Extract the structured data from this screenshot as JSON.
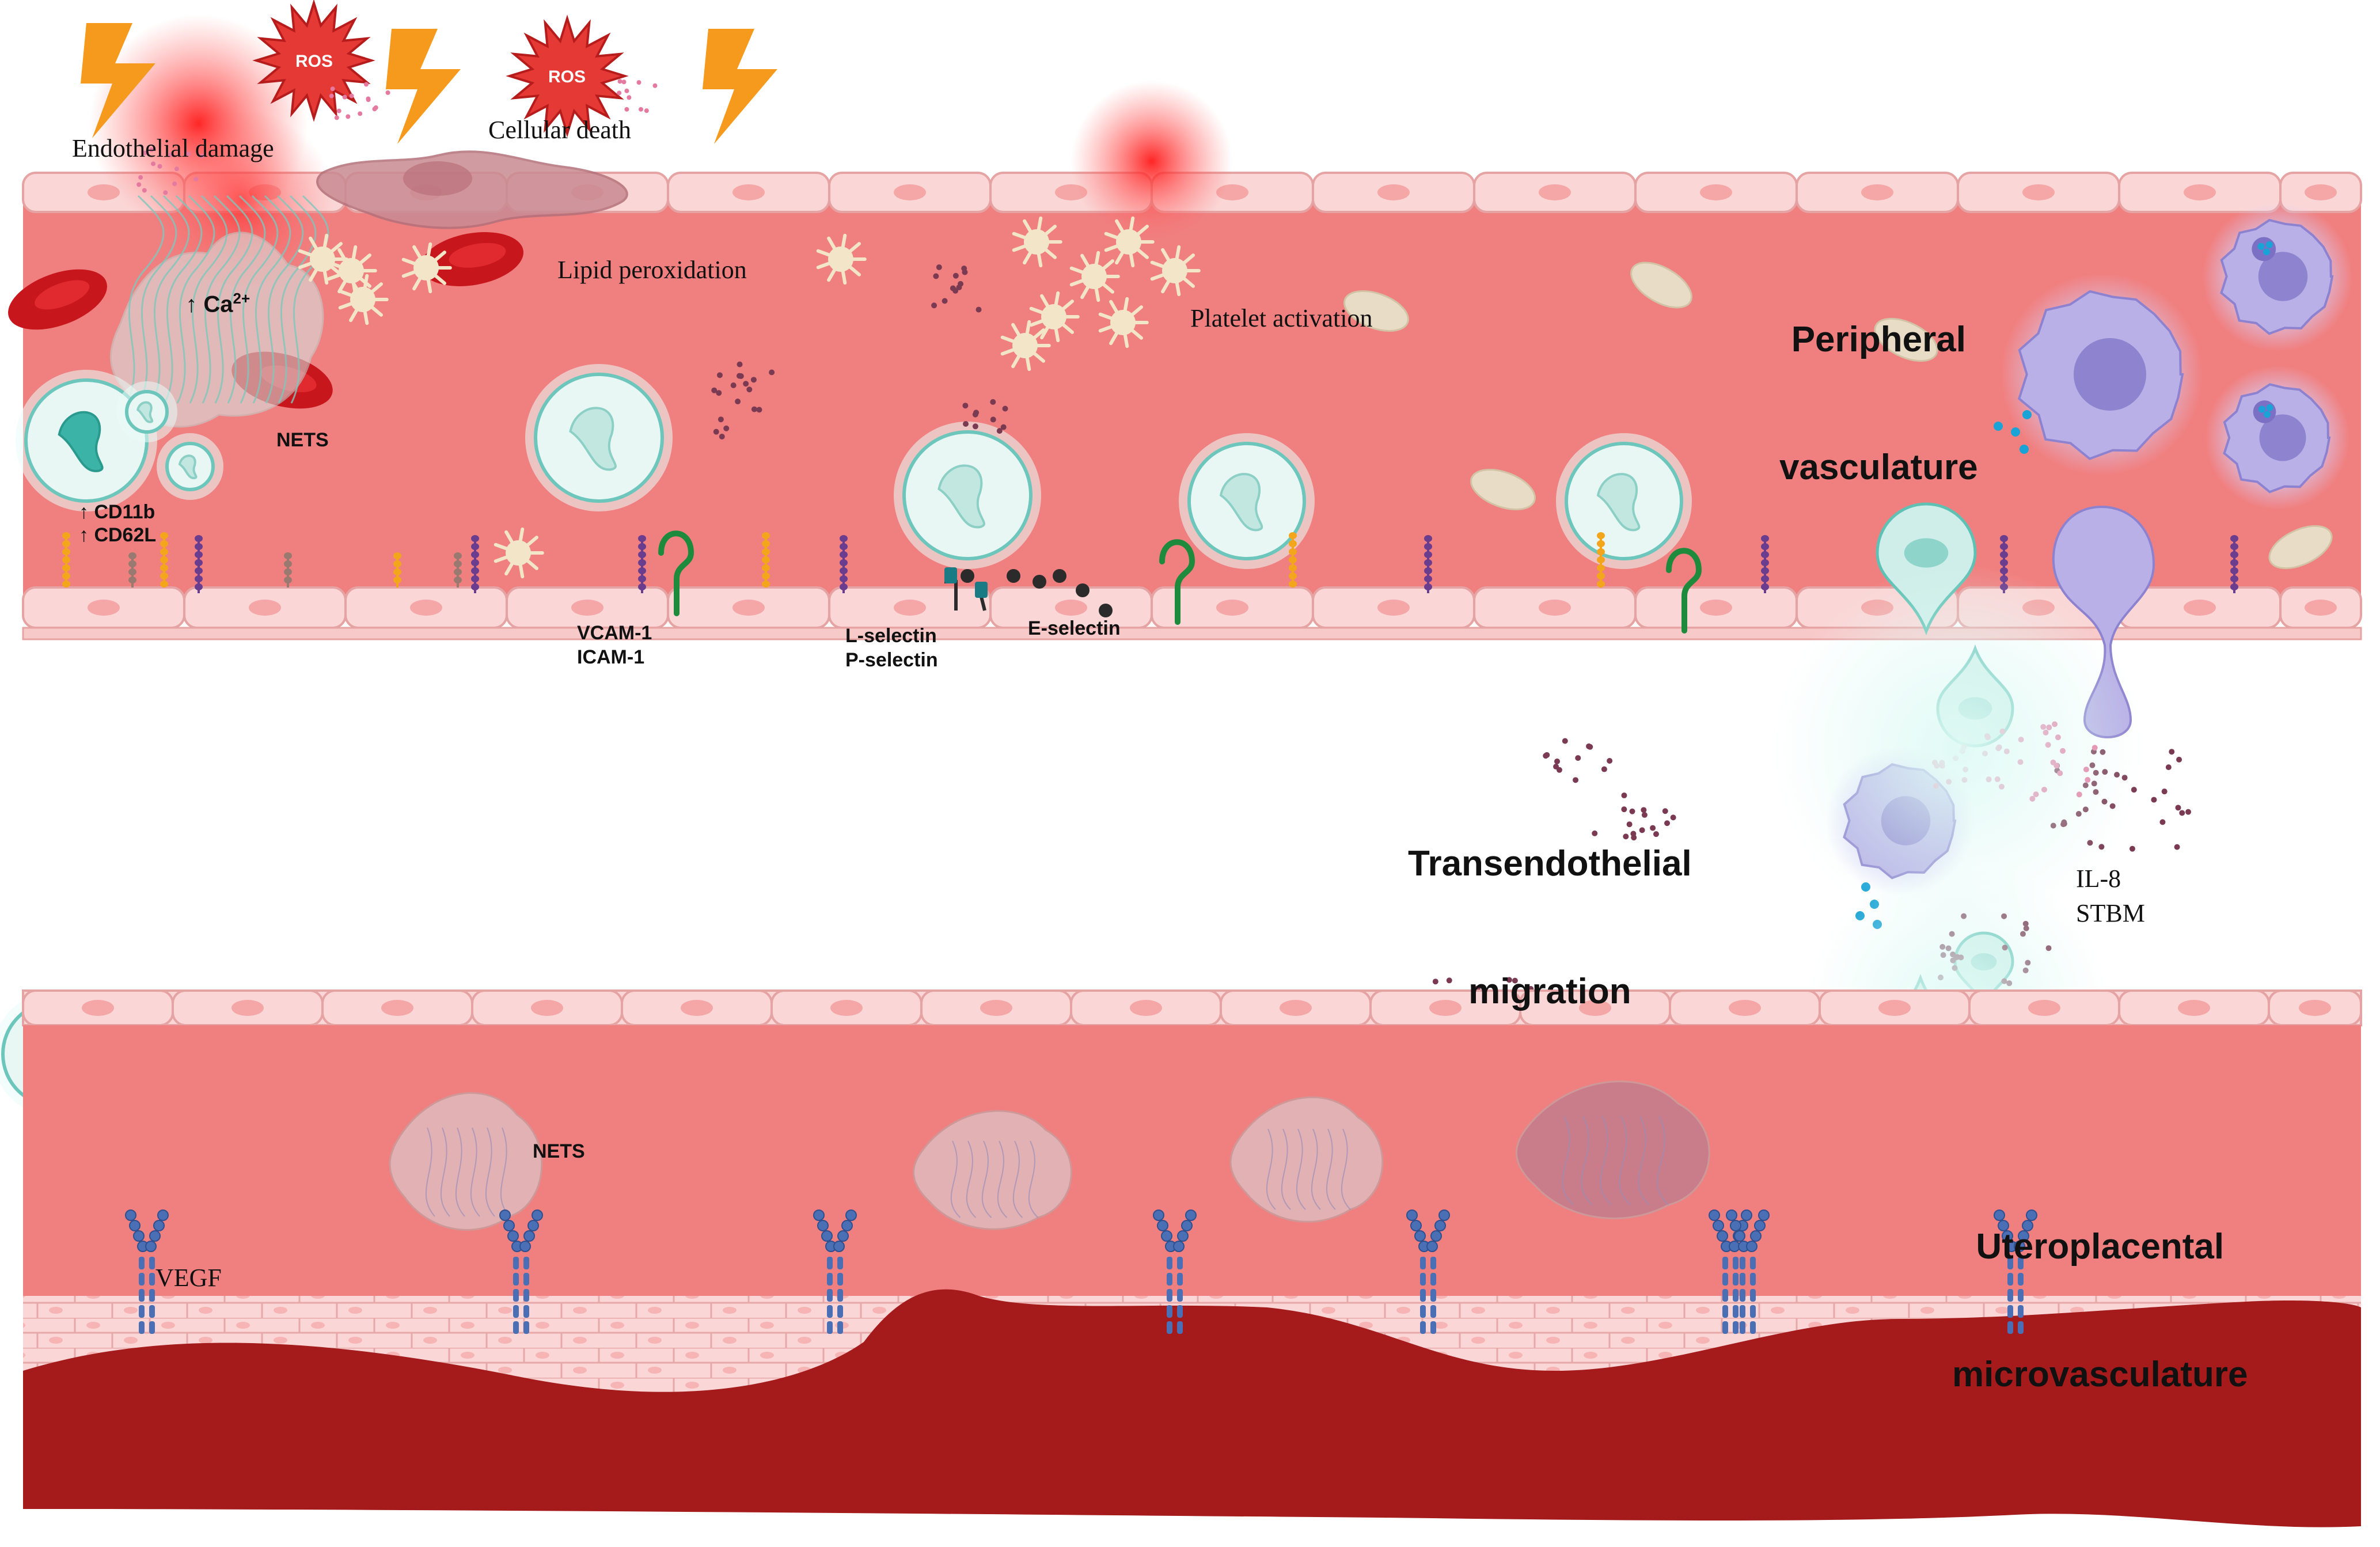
{
  "labels": {
    "endothelial_damage": "Endothelial damage",
    "cellular_death": "Cellular death",
    "ros": "ROS",
    "ca": "↑ Ca",
    "ca_sup": "2+",
    "lipid_peroxidation": "Lipid peroxidation",
    "platelet_activation": "Platelet activation",
    "nets_top": "NETS",
    "cd11b": "↑ CD11b",
    "cd62l": "↑ CD62L",
    "vcam": "VCAM-1",
    "icam": "ICAM-1",
    "l_selectin": "L-selectin",
    "p_selectin": "P-selectin",
    "e_selectin": "E-selectin",
    "peripheral_1": "Peripheral",
    "peripheral_2": "vasculature",
    "transendothelial_1": "Transendothelial",
    "transendothelial_2": "migration",
    "il8": "IL-8",
    "stbm": "STBM",
    "nets_bottom": "NETS",
    "vegf": "VEGF",
    "utero_1": "Uteroplacental",
    "utero_2": "microvasculature"
  },
  "colors": {
    "vessel_lumen": "#f08080",
    "endothelium": "#fbd6d6",
    "endothelium_edge": "#e6a3a3",
    "nucleus": "#f5a7a7",
    "neutrophil": "#e9f7f4",
    "neutrophil_nucleus": "#3bb3a6",
    "monocyte": "#b8b0e6",
    "platelet": "#f3e6c8",
    "rbc": "#c8161d",
    "tissue": "#a51b1b",
    "ros_star": "#e53935",
    "lightning": "#f59a1c",
    "receptor": "#4a6fb5",
    "glow": "#ff2a2a"
  },
  "icons": [
    "lightning-icon",
    "ros-star-icon",
    "neutrophil-icon",
    "monocyte-icon",
    "platelet-icon",
    "red-blood-cell-icon",
    "vegf-receptor-icon",
    "selectin-icon",
    "adhesion-molecule-icon"
  ]
}
